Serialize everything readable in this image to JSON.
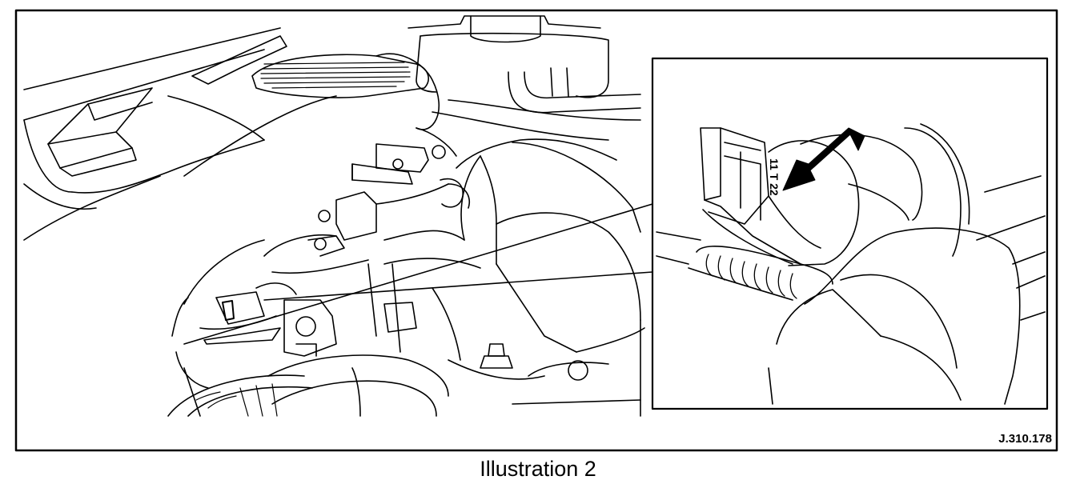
{
  "figure": {
    "reference_code": "J.310.178",
    "caption": "Illustration 2",
    "component_label": "11 T 22"
  }
}
